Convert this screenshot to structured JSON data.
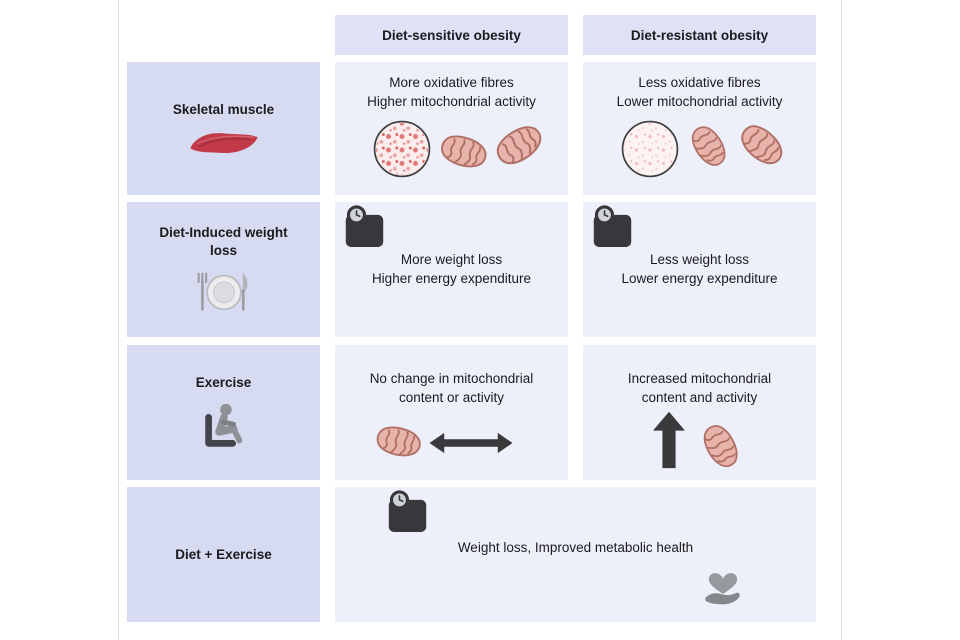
{
  "palette": {
    "label_bg": "#d7dbf1",
    "header_bg": "#dfe2f7",
    "cell_bg": "#edeffa",
    "text": "#1b1b1e",
    "muscle_red": "#c23a4a",
    "mito_fill": "#e8b3aa",
    "mito_stroke": "#b06f64",
    "dark_icon": "#38383c",
    "gray_icon": "#8d9196"
  },
  "columns": [
    {
      "label": "Diet-sensitive obesity"
    },
    {
      "label": "Diet-resistant obesity"
    }
  ],
  "rows": [
    {
      "label": "Skeletal muscle",
      "icon": "muscle-icon",
      "cells": [
        {
          "line1": "More oxidative fibres",
          "line2": "Higher mitochondrial activity",
          "icons": [
            "oxidative-fibres-dense-icon",
            "mitochondrion-icon",
            "mitochondrion-icon"
          ]
        },
        {
          "line1": "Less oxidative fibres",
          "line2": "Lower mitochondrial activity",
          "icons": [
            "oxidative-fibres-sparse-icon",
            "mitochondrion-icon",
            "mitochondrion-icon"
          ]
        }
      ]
    },
    {
      "label": "Diet-Induced weight loss",
      "icon": "plate-cutlery-icon",
      "cells": [
        {
          "line1": "More weight loss",
          "line2": "Higher energy expenditure",
          "icons": [
            "weighing-scale-icon"
          ]
        },
        {
          "line1": "Less weight loss",
          "line2": "Lower energy expenditure",
          "icons": [
            "weighing-scale-icon"
          ]
        }
      ]
    },
    {
      "label": "Exercise",
      "icon": "exercise-chair-icon",
      "cells": [
        {
          "line1": "No change in mitochondrial",
          "line2": "content or activity",
          "icons": [
            "mitochondrion-icon",
            "double-headed-arrow-icon"
          ]
        },
        {
          "line1": "Increased mitochondrial",
          "line2": "content and activity",
          "icons": [
            "up-arrow-icon",
            "mitochondrion-icon"
          ]
        }
      ]
    },
    {
      "label": "Diet + Exercise",
      "text": "Weight loss, Improved metabolic health",
      "icons": [
        "weighing-scale-icon",
        "heart-in-hand-icon"
      ]
    }
  ]
}
